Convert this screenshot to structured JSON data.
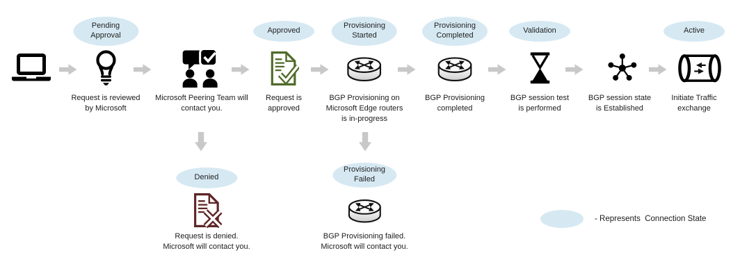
{
  "diagram": {
    "flow": [
      {
        "icon": "laptop",
        "badge": "",
        "caption": ""
      },
      {
        "icon": "lightbulb",
        "badge": "Pending\nApproval",
        "caption": "Request is reviewed\nby Microsoft"
      },
      {
        "icon": "peering-team",
        "badge": "",
        "caption": "Microsoft Peering Team will\ncontact you."
      },
      {
        "icon": "document-check",
        "badge": "Approved",
        "caption": "Request is\napproved"
      },
      {
        "icon": "router",
        "badge": "Provisioning\nStarted",
        "caption": "BGP Provisioning on\nMicrosoft Edge routers\nis in-progress"
      },
      {
        "icon": "router",
        "badge": "Provisioning\nCompleted",
        "caption": "BGP Provisioning\ncompleted"
      },
      {
        "icon": "hourglass",
        "badge": "Validation",
        "caption": "BGP session test\nis performed"
      },
      {
        "icon": "network-hub",
        "badge": "",
        "caption": "BGP session state\nis Established"
      },
      {
        "icon": "tunnel",
        "badge": "Active",
        "caption": "Initiate Traffic\nexchange"
      }
    ],
    "branches": [
      {
        "icon": "document-x",
        "badge": "Denied",
        "caption": "Request is denied.\nMicrosoft will contact you."
      },
      {
        "icon": "router",
        "badge": "Provisioning\nFailed",
        "caption": "BGP Provisioning failed.\nMicrosoft will contact you."
      }
    ],
    "legend": {
      "label": "- Represents  Connection State"
    },
    "colors": {
      "state_badge_fill": "#d6e9f3",
      "arrow_gray": "#c8c8c8",
      "approved_green": "#506b2a",
      "denied_maroon": "#5e2626"
    }
  }
}
